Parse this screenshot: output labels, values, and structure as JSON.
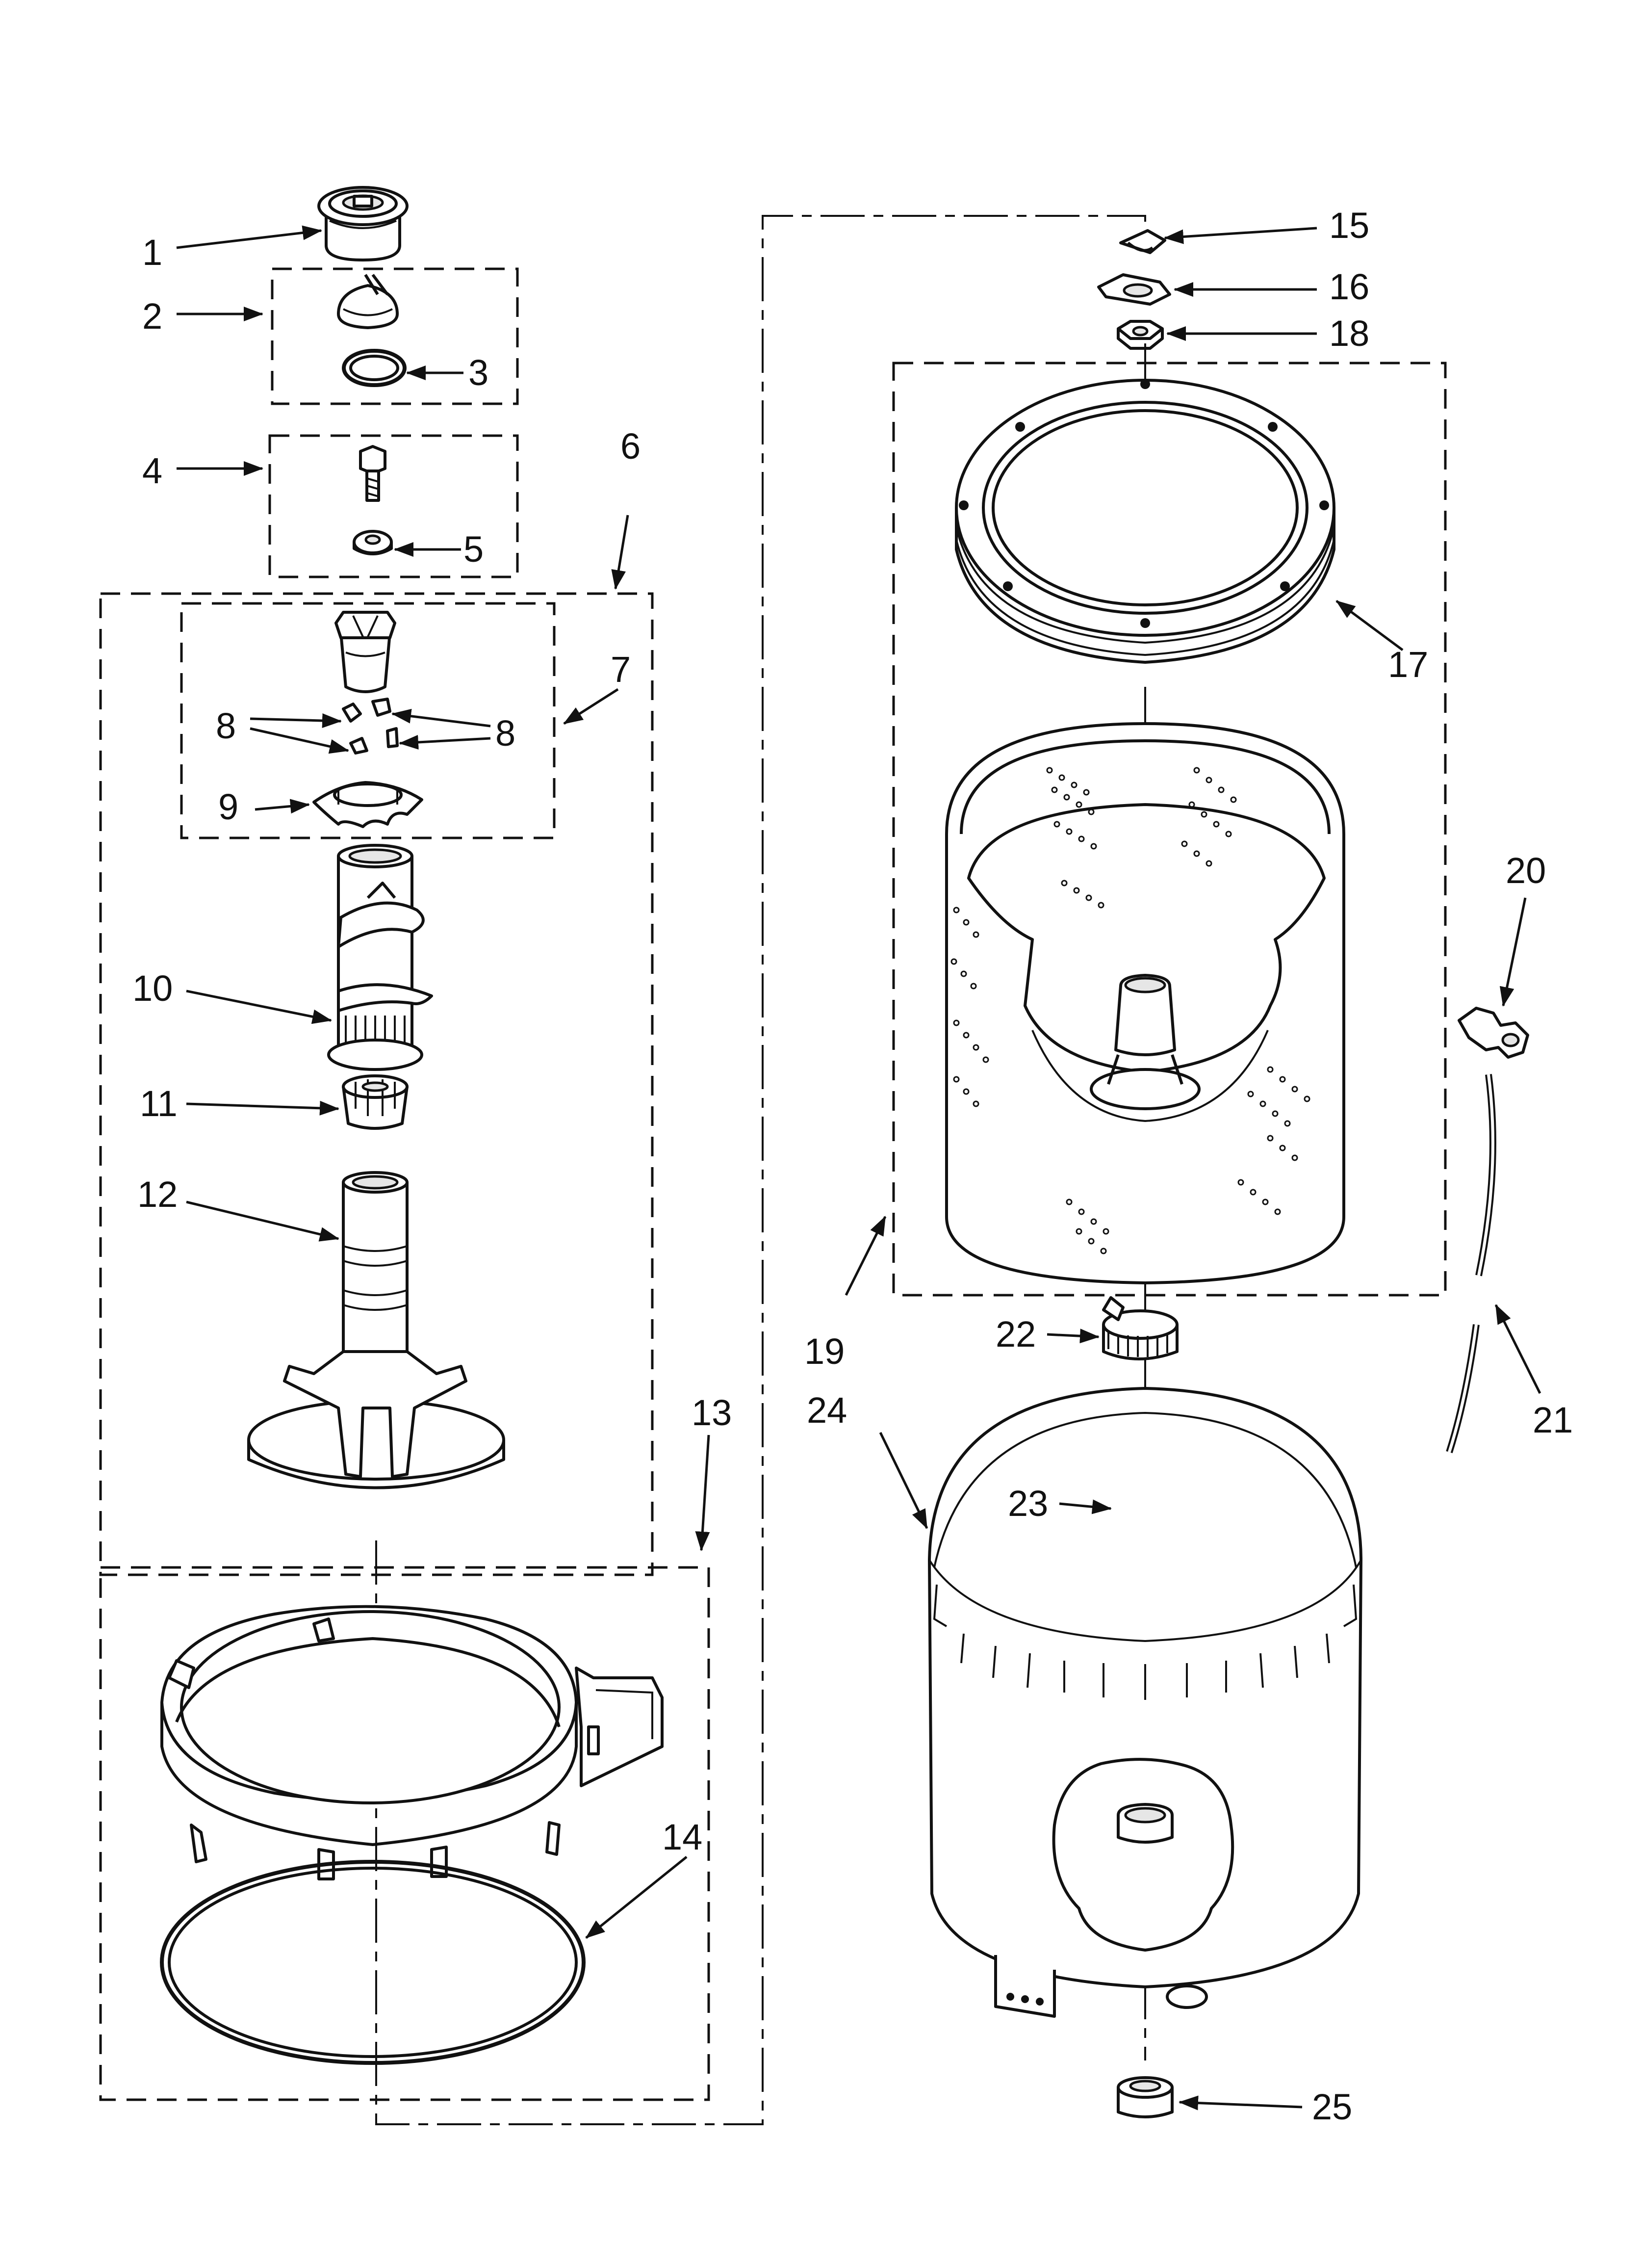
{
  "diagram": {
    "colors": {
      "line": "#111111",
      "background": "#ffffff",
      "shade": "#e6e6e6"
    },
    "callouts": [
      {
        "id": "c1",
        "label": "1"
      },
      {
        "id": "c2",
        "label": "2"
      },
      {
        "id": "c3",
        "label": "3"
      },
      {
        "id": "c4",
        "label": "4"
      },
      {
        "id": "c5",
        "label": "5"
      },
      {
        "id": "c6",
        "label": "6"
      },
      {
        "id": "c7",
        "label": "7"
      },
      {
        "id": "c8a",
        "label": "8"
      },
      {
        "id": "c8b",
        "label": "8"
      },
      {
        "id": "c9",
        "label": "9"
      },
      {
        "id": "c10",
        "label": "10"
      },
      {
        "id": "c11",
        "label": "11"
      },
      {
        "id": "c12",
        "label": "12"
      },
      {
        "id": "c13",
        "label": "13"
      },
      {
        "id": "c14",
        "label": "14"
      },
      {
        "id": "c15",
        "label": "15"
      },
      {
        "id": "c16",
        "label": "16"
      },
      {
        "id": "c17",
        "label": "17"
      },
      {
        "id": "c18",
        "label": "18"
      },
      {
        "id": "c19",
        "label": "19"
      },
      {
        "id": "c20",
        "label": "20"
      },
      {
        "id": "c21",
        "label": "21"
      },
      {
        "id": "c22",
        "label": "22"
      },
      {
        "id": "c23",
        "label": "23"
      },
      {
        "id": "c24",
        "label": "24"
      },
      {
        "id": "c25",
        "label": "25"
      }
    ]
  }
}
